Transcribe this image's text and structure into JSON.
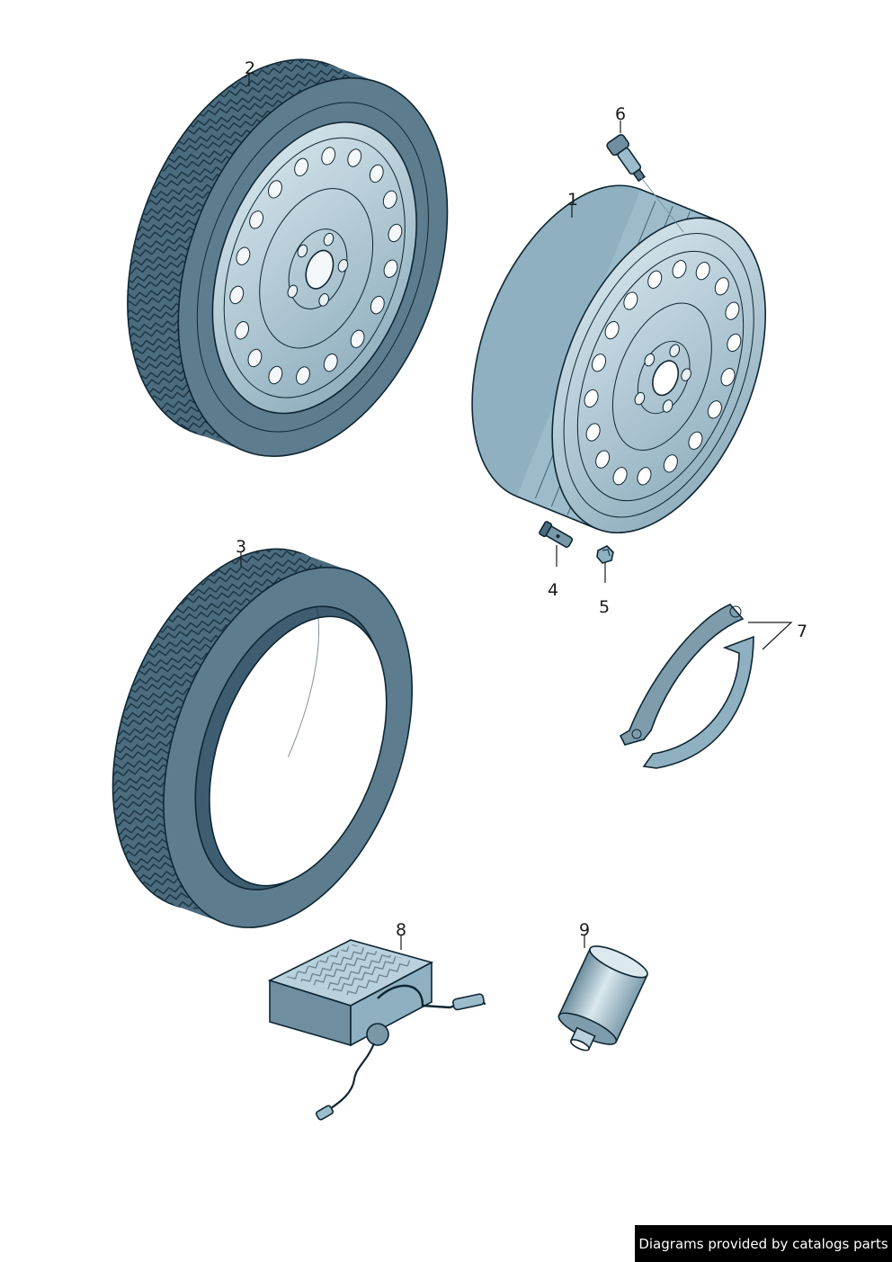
{
  "callouts": {
    "c1": "1",
    "c2": "2",
    "c3": "3",
    "c4": "4",
    "c5": "5",
    "c6": "6",
    "c7": "7",
    "c8": "8",
    "c9": "9"
  },
  "credit": "Diagrams provided by catalogs parts",
  "colors": {
    "tire_dark": "#4b6b7e",
    "tire_mid": "#6f8fa0",
    "rim_light": "#b9d1dc",
    "rim_mid": "#8fb0c0",
    "outline": "#0e2633"
  }
}
